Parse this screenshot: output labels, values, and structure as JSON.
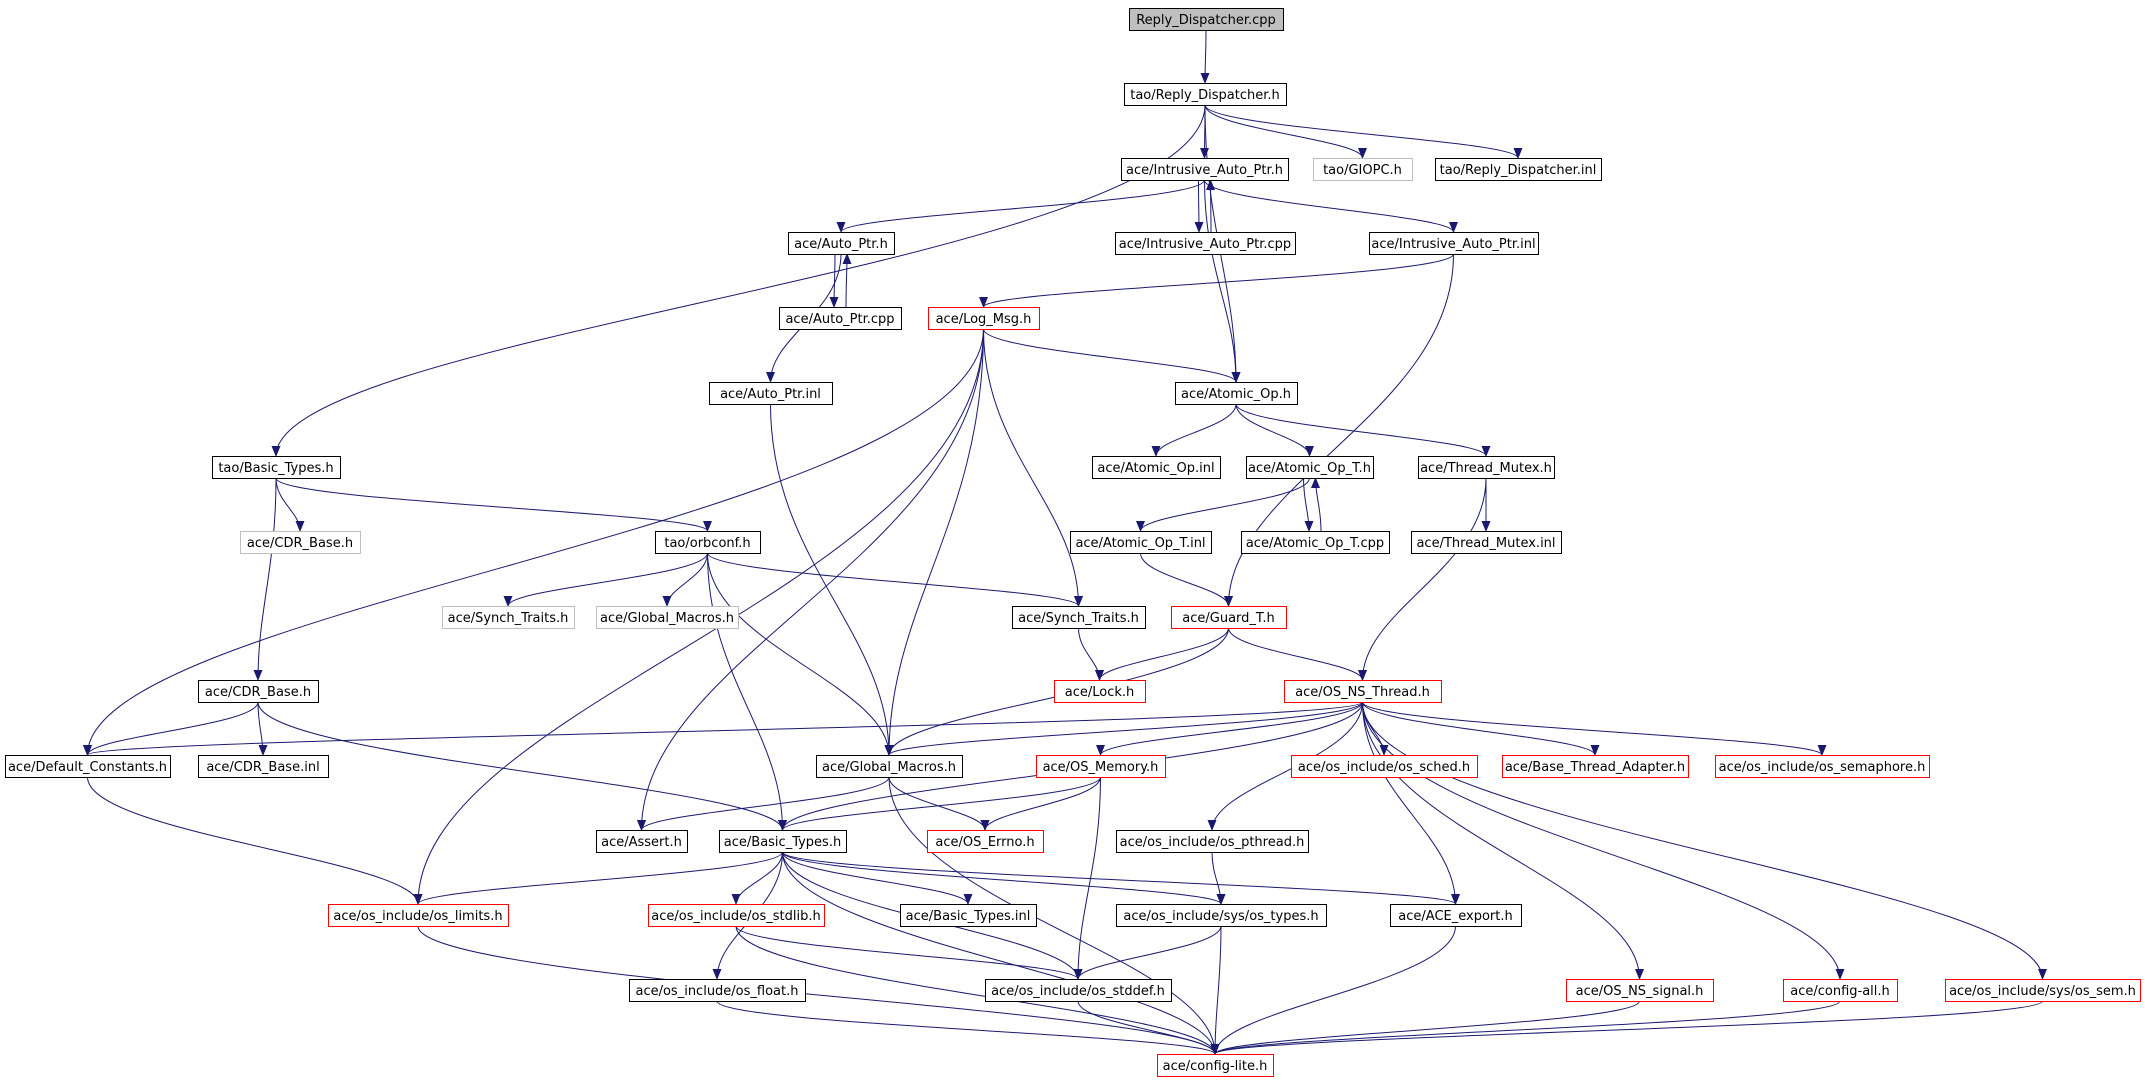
{
  "diagram": {
    "colors": {
      "edge": "#191970",
      "border_default": "#000000",
      "border_truncated": "#ff0000",
      "border_missing": "#bfbfbf",
      "root_fill": "#bfbfbf",
      "node_fill": "#ffffff"
    },
    "nodes": {
      "reply_dispatcher_cpp": {
        "label": "Reply_Dispatcher.cpp",
        "style": "root"
      },
      "tao_reply_dispatcher_h": {
        "label": "tao/Reply_Dispatcher.h",
        "style": "normal"
      },
      "ace_intrusive_auto_ptr_h": {
        "label": "ace/Intrusive_Auto_Ptr.h",
        "style": "normal"
      },
      "tao_giopc_h": {
        "label": "tao/GIOPC.h",
        "style": "missing"
      },
      "tao_reply_dispatcher_inl": {
        "label": "tao/Reply_Dispatcher.inl",
        "style": "normal"
      },
      "ace_auto_ptr_h": {
        "label": "ace/Auto_Ptr.h",
        "style": "normal"
      },
      "ace_intrusive_auto_ptr_cpp": {
        "label": "ace/Intrusive_Auto_Ptr.cpp",
        "style": "normal"
      },
      "ace_intrusive_auto_ptr_inl": {
        "label": "ace/Intrusive_Auto_Ptr.inl",
        "style": "normal"
      },
      "ace_auto_ptr_cpp": {
        "label": "ace/Auto_Ptr.cpp",
        "style": "normal"
      },
      "ace_log_msg_h": {
        "label": "ace/Log_Msg.h",
        "style": "truncated"
      },
      "ace_auto_ptr_inl": {
        "label": "ace/Auto_Ptr.inl",
        "style": "normal"
      },
      "ace_atomic_op_h": {
        "label": "ace/Atomic_Op.h",
        "style": "normal"
      },
      "tao_basic_types_h": {
        "label": "tao/Basic_Types.h",
        "style": "normal"
      },
      "ace_atomic_op_inl": {
        "label": "ace/Atomic_Op.inl",
        "style": "normal"
      },
      "ace_atomic_op_t_h": {
        "label": "ace/Atomic_Op_T.h",
        "style": "normal"
      },
      "ace_thread_mutex_h": {
        "label": "ace/Thread_Mutex.h",
        "style": "normal"
      },
      "ace_cdr_base_h_missing": {
        "label": "ace/CDR_Base.h",
        "style": "missing"
      },
      "tao_orbconf_h": {
        "label": "tao/orbconf.h",
        "style": "normal"
      },
      "ace_atomic_op_t_inl": {
        "label": "ace/Atomic_Op_T.inl",
        "style": "normal"
      },
      "ace_atomic_op_t_cpp": {
        "label": "ace/Atomic_Op_T.cpp",
        "style": "normal"
      },
      "ace_thread_mutex_inl": {
        "label": "ace/Thread_Mutex.inl",
        "style": "normal"
      },
      "ace_synch_traits_h_missing": {
        "label": "ace/Synch_Traits.h",
        "style": "missing"
      },
      "ace_global_macros_h_missing": {
        "label": "ace/Global_Macros.h",
        "style": "missing"
      },
      "ace_synch_traits_h": {
        "label": "ace/Synch_Traits.h",
        "style": "normal"
      },
      "ace_guard_t_h": {
        "label": "ace/Guard_T.h",
        "style": "truncated"
      },
      "ace_cdr_base_h": {
        "label": "ace/CDR_Base.h",
        "style": "normal"
      },
      "ace_lock_h": {
        "label": "ace/Lock.h",
        "style": "truncated"
      },
      "ace_os_ns_thread_h": {
        "label": "ace/OS_NS_Thread.h",
        "style": "truncated"
      },
      "ace_default_constants_h": {
        "label": "ace/Default_Constants.h",
        "style": "normal"
      },
      "ace_cdr_base_inl": {
        "label": "ace/CDR_Base.inl",
        "style": "normal"
      },
      "ace_global_macros_h": {
        "label": "ace/Global_Macros.h",
        "style": "normal"
      },
      "ace_os_memory_h": {
        "label": "ace/OS_Memory.h",
        "style": "truncated"
      },
      "ace_os_include_os_sched_h": {
        "label": "ace/os_include/os_sched.h",
        "style": "truncated"
      },
      "ace_base_thread_adapter_h": {
        "label": "ace/Base_Thread_Adapter.h",
        "style": "truncated"
      },
      "ace_os_include_os_semaphore_h": {
        "label": "ace/os_include/os_semaphore.h",
        "style": "truncated"
      },
      "ace_assert_h": {
        "label": "ace/Assert.h",
        "style": "normal"
      },
      "ace_basic_types_h": {
        "label": "ace/Basic_Types.h",
        "style": "normal"
      },
      "ace_os_errno_h": {
        "label": "ace/OS_Errno.h",
        "style": "truncated"
      },
      "ace_os_include_os_pthread_h": {
        "label": "ace/os_include/os_pthread.h",
        "style": "normal"
      },
      "ace_os_include_os_limits_h": {
        "label": "ace/os_include/os_limits.h",
        "style": "truncated"
      },
      "ace_os_include_os_stdlib_h": {
        "label": "ace/os_include/os_stdlib.h",
        "style": "truncated"
      },
      "ace_basic_types_inl": {
        "label": "ace/Basic_Types.inl",
        "style": "normal"
      },
      "ace_os_include_sys_os_types_h": {
        "label": "ace/os_include/sys/os_types.h",
        "style": "normal"
      },
      "ace_ace_export_h": {
        "label": "ace/ACE_export.h",
        "style": "normal"
      },
      "ace_os_include_os_float_h": {
        "label": "ace/os_include/os_float.h",
        "style": "normal"
      },
      "ace_os_include_os_stddef_h": {
        "label": "ace/os_include/os_stddef.h",
        "style": "normal"
      },
      "ace_os_ns_signal_h": {
        "label": "ace/OS_NS_signal.h",
        "style": "truncated"
      },
      "ace_config_all_h": {
        "label": "ace/config-all.h",
        "style": "truncated"
      },
      "ace_os_include_sys_os_sem_h": {
        "label": "ace/os_include/sys/os_sem.h",
        "style": "truncated"
      },
      "ace_config_lite_h": {
        "label": "ace/config-lite.h",
        "style": "truncated"
      }
    },
    "edges": [
      [
        "reply_dispatcher_cpp",
        "tao_reply_dispatcher_h"
      ],
      [
        "tao_reply_dispatcher_h",
        "ace_intrusive_auto_ptr_h"
      ],
      [
        "tao_reply_dispatcher_h",
        "tao_giopc_h"
      ],
      [
        "tao_reply_dispatcher_h",
        "tao_reply_dispatcher_inl"
      ],
      [
        "tao_reply_dispatcher_h",
        "ace_atomic_op_h"
      ],
      [
        "tao_reply_dispatcher_h",
        "tao_basic_types_h"
      ],
      [
        "ace_intrusive_auto_ptr_h",
        "ace_auto_ptr_h"
      ],
      [
        "ace_intrusive_auto_ptr_h",
        "ace_intrusive_auto_ptr_cpp"
      ],
      [
        "ace_intrusive_auto_ptr_cpp",
        "ace_intrusive_auto_ptr_h"
      ],
      [
        "ace_intrusive_auto_ptr_h",
        "ace_intrusive_auto_ptr_inl"
      ],
      [
        "ace_intrusive_auto_ptr_h",
        "ace_atomic_op_h"
      ],
      [
        "ace_auto_ptr_h",
        "ace_auto_ptr_cpp"
      ],
      [
        "ace_auto_ptr_cpp",
        "ace_auto_ptr_h"
      ],
      [
        "ace_auto_ptr_h",
        "ace_auto_ptr_inl"
      ],
      [
        "ace_intrusive_auto_ptr_inl",
        "ace_log_msg_h"
      ],
      [
        "ace_intrusive_auto_ptr_inl",
        "ace_guard_t_h"
      ],
      [
        "ace_auto_ptr_inl",
        "ace_global_macros_h"
      ],
      [
        "ace_log_msg_h",
        "ace_atomic_op_h"
      ],
      [
        "ace_log_msg_h",
        "ace_default_constants_h"
      ],
      [
        "ace_log_msg_h",
        "ace_os_include_os_limits_h"
      ],
      [
        "ace_log_msg_h",
        "ace_assert_h"
      ],
      [
        "ace_log_msg_h",
        "ace_global_macros_h"
      ],
      [
        "ace_log_msg_h",
        "ace_synch_traits_h"
      ],
      [
        "ace_atomic_op_h",
        "ace_atomic_op_inl"
      ],
      [
        "ace_atomic_op_h",
        "ace_atomic_op_t_h"
      ],
      [
        "ace_atomic_op_h",
        "ace_thread_mutex_h"
      ],
      [
        "ace_atomic_op_t_h",
        "ace_atomic_op_t_inl"
      ],
      [
        "ace_atomic_op_t_h",
        "ace_atomic_op_t_cpp"
      ],
      [
        "ace_atomic_op_t_cpp",
        "ace_atomic_op_t_h"
      ],
      [
        "ace_atomic_op_t_inl",
        "ace_guard_t_h"
      ],
      [
        "ace_thread_mutex_h",
        "ace_thread_mutex_inl"
      ],
      [
        "ace_thread_mutex_h",
        "ace_os_ns_thread_h"
      ],
      [
        "tao_basic_types_h",
        "ace_cdr_base_h_missing"
      ],
      [
        "tao_basic_types_h",
        "tao_orbconf_h"
      ],
      [
        "tao_basic_types_h",
        "ace_cdr_base_h"
      ],
      [
        "tao_orbconf_h",
        "ace_synch_traits_h_missing"
      ],
      [
        "tao_orbconf_h",
        "ace_global_macros_h_missing"
      ],
      [
        "tao_orbconf_h",
        "ace_synch_traits_h"
      ],
      [
        "tao_orbconf_h",
        "ace_global_macros_h"
      ],
      [
        "tao_orbconf_h",
        "ace_basic_types_h"
      ],
      [
        "ace_synch_traits_h",
        "ace_lock_h"
      ],
      [
        "ace_guard_t_h",
        "ace_lock_h"
      ],
      [
        "ace_guard_t_h",
        "ace_os_ns_thread_h"
      ],
      [
        "ace_guard_t_h",
        "ace_global_macros_h"
      ],
      [
        "ace_cdr_base_h",
        "ace_default_constants_h"
      ],
      [
        "ace_cdr_base_h",
        "ace_cdr_base_inl"
      ],
      [
        "ace_cdr_base_h",
        "ace_basic_types_h"
      ],
      [
        "ace_os_ns_thread_h",
        "ace_default_constants_h"
      ],
      [
        "ace_os_ns_thread_h",
        "ace_global_macros_h"
      ],
      [
        "ace_os_ns_thread_h",
        "ace_basic_types_h"
      ],
      [
        "ace_os_ns_thread_h",
        "ace_os_memory_h"
      ],
      [
        "ace_os_ns_thread_h",
        "ace_os_include_os_pthread_h"
      ],
      [
        "ace_os_ns_thread_h",
        "ace_os_include_os_sched_h"
      ],
      [
        "ace_os_ns_thread_h",
        "ace_base_thread_adapter_h"
      ],
      [
        "ace_os_ns_thread_h",
        "ace_os_include_os_semaphore_h"
      ],
      [
        "ace_os_ns_thread_h",
        "ace_ace_export_h"
      ],
      [
        "ace_os_ns_thread_h",
        "ace_os_ns_signal_h"
      ],
      [
        "ace_os_ns_thread_h",
        "ace_config_all_h"
      ],
      [
        "ace_os_ns_thread_h",
        "ace_os_include_sys_os_sem_h"
      ],
      [
        "ace_default_constants_h",
        "ace_os_include_os_limits_h"
      ],
      [
        "ace_global_macros_h",
        "ace_assert_h"
      ],
      [
        "ace_global_macros_h",
        "ace_os_errno_h"
      ],
      [
        "ace_global_macros_h",
        "ace_config_lite_h"
      ],
      [
        "ace_os_memory_h",
        "ace_basic_types_h"
      ],
      [
        "ace_os_memory_h",
        "ace_os_errno_h"
      ],
      [
        "ace_os_memory_h",
        "ace_os_include_os_stddef_h"
      ],
      [
        "ace_basic_types_h",
        "ace_os_include_os_limits_h"
      ],
      [
        "ace_basic_types_h",
        "ace_os_include_os_stdlib_h"
      ],
      [
        "ace_basic_types_h",
        "ace_basic_types_inl"
      ],
      [
        "ace_basic_types_h",
        "ace_os_include_sys_os_types_h"
      ],
      [
        "ace_basic_types_h",
        "ace_ace_export_h"
      ],
      [
        "ace_basic_types_h",
        "ace_os_include_os_float_h"
      ],
      [
        "ace_basic_types_h",
        "ace_os_include_os_stddef_h"
      ],
      [
        "ace_basic_types_h",
        "ace_config_lite_h"
      ],
      [
        "ace_os_include_os_pthread_h",
        "ace_os_include_sys_os_types_h"
      ],
      [
        "ace_os_include_sys_os_types_h",
        "ace_os_include_os_stddef_h"
      ],
      [
        "ace_os_include_sys_os_types_h",
        "ace_config_lite_h"
      ],
      [
        "ace_os_include_os_stdlib_h",
        "ace_os_include_os_stddef_h"
      ],
      [
        "ace_os_include_os_stdlib_h",
        "ace_config_lite_h"
      ],
      [
        "ace_os_include_os_limits_h",
        "ace_config_lite_h"
      ],
      [
        "ace_os_include_os_float_h",
        "ace_config_lite_h"
      ],
      [
        "ace_os_include_os_stddef_h",
        "ace_config_lite_h"
      ],
      [
        "ace_ace_export_h",
        "ace_config_lite_h"
      ],
      [
        "ace_os_ns_signal_h",
        "ace_config_lite_h"
      ],
      [
        "ace_config_all_h",
        "ace_config_lite_h"
      ],
      [
        "ace_os_include_sys_os_sem_h",
        "ace_config_lite_h"
      ]
    ]
  }
}
